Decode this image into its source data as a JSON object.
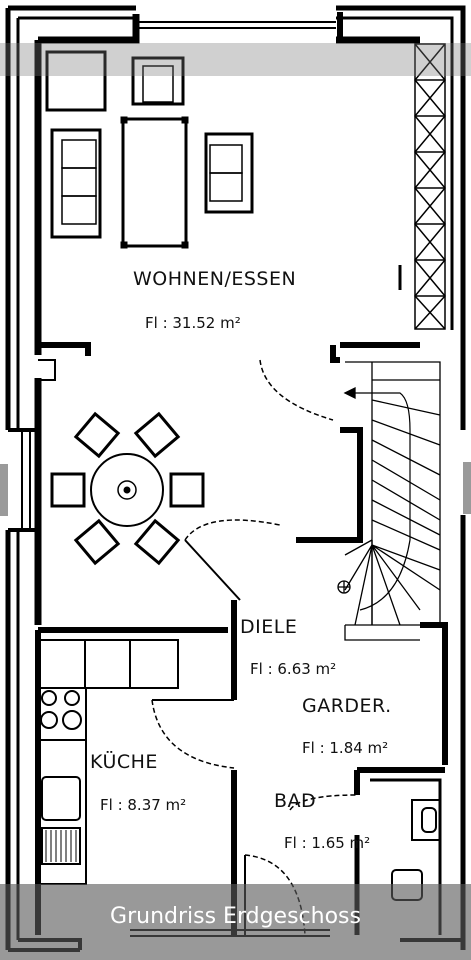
{
  "rooms": {
    "wohnen": {
      "label": "WOHNEN/ESSEN",
      "area": "Fl : 31.52 m²"
    },
    "diele": {
      "label": "DIELE",
      "area": "Fl : 6.63 m²"
    },
    "garder": {
      "label": "GARDER.",
      "area": "Fl : 1.84 m²"
    },
    "kueche": {
      "label": "KÜCHE",
      "area": "Fl : 8.37 m²"
    },
    "bad": {
      "label": "BAD",
      "area": "Fl : 1.65 m²"
    }
  },
  "caption": "Grundriss Erdgeschoss"
}
